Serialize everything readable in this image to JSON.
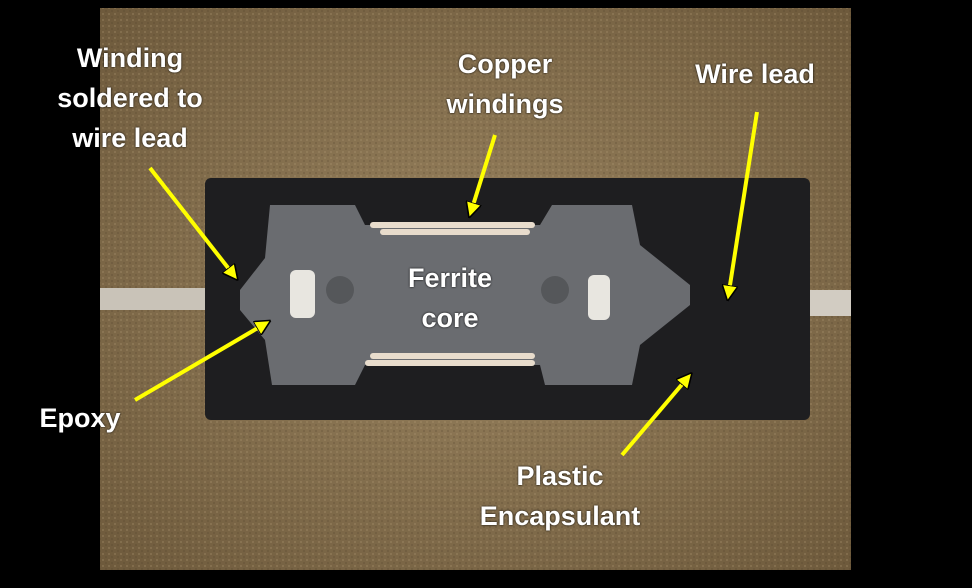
{
  "labels": {
    "winding_soldered": [
      "Winding",
      "soldered to",
      "wire lead"
    ],
    "copper_windings": [
      "Copper",
      "windings"
    ],
    "wire_lead": "Wire lead",
    "ferrite_core": [
      "Ferrite",
      "core"
    ],
    "epoxy": "Epoxy",
    "plastic_encapsulant": [
      "Plastic",
      "Encapsulant"
    ]
  },
  "colors": {
    "arrow": "#ffff00",
    "label": "#ffffff",
    "background": "#000000"
  }
}
